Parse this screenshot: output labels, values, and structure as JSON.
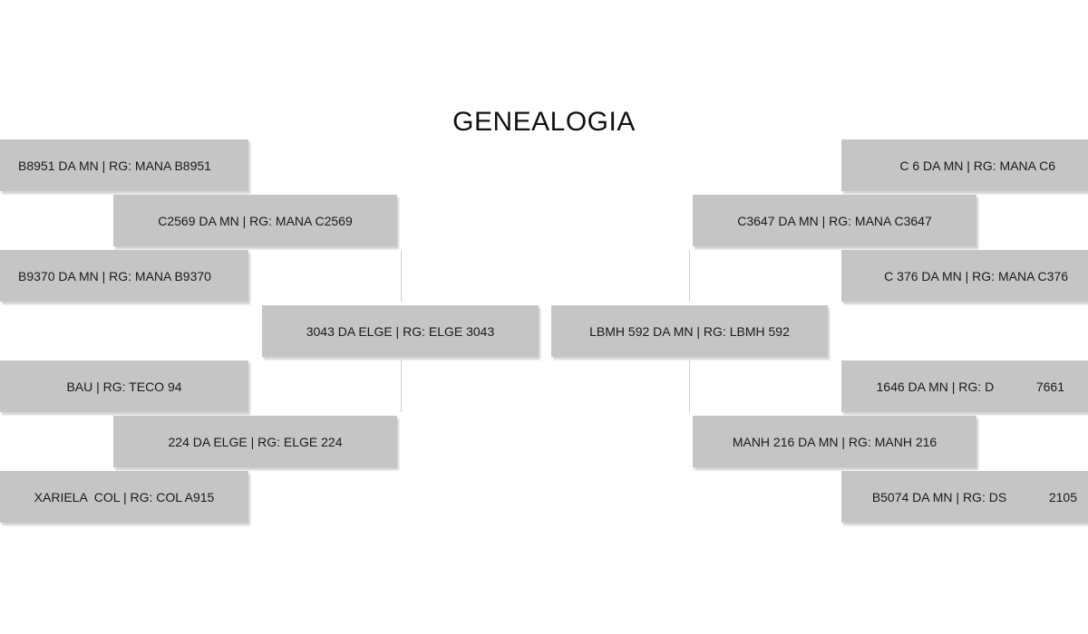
{
  "title": "GENEALOGIA",
  "left": {
    "father": "3043 DA ELGE | RG: ELGE 3043",
    "paternal_grandfather": "C2569 DA MN | RG: MANA C2569",
    "paternal_grandmother": "224 DA ELGE | RG: ELGE 224",
    "ggp1": "B8951 DA MN | RG: MANA B8951",
    "ggp2": "B9370 DA MN | RG: MANA B9370",
    "ggp3": "BAU | RG: TECO 94",
    "ggp4": "XARIELA  COL | RG: COL A915"
  },
  "right": {
    "mother": "LBMH 592 DA MN | RG: LBMH 592",
    "maternal_grandfather": "C3647 DA MN | RG: MANA C3647",
    "maternal_grandmother": "MANH 216 DA MN | RG: MANH 216",
    "ggp1": "C 6 DA MN | RG: MANA C6",
    "ggp2": "C 376 DA MN | RG: MANA C376",
    "ggp3": "1646 DA MN | RG: D            7661",
    "ggp4": "B5074 DA MN | RG: DS            2105"
  }
}
